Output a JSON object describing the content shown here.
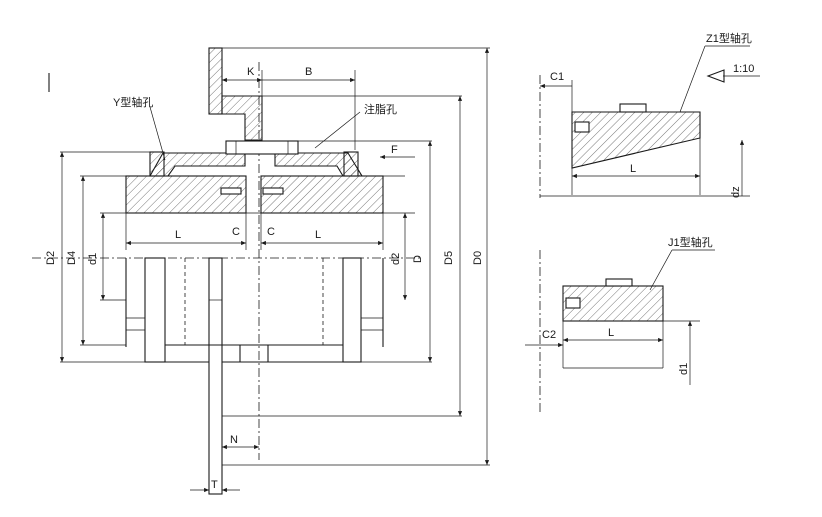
{
  "labels": {
    "y_bore": "Y型轴孔",
    "z1_bore": "Z1型轴孔",
    "j1_bore": "J1型轴孔",
    "grease_hole": "注脂孔",
    "taper": "1:10",
    "K": "K",
    "B": "B",
    "F": "F",
    "C_left": "C",
    "C_right": "C",
    "L_left": "L",
    "L_right": "L",
    "L_z1": "L",
    "L_j1": "L",
    "C1": "C1",
    "C2": "C2",
    "D2": "D2",
    "D4": "D4",
    "d1_main": "d1",
    "d2": "d2",
    "D": "D",
    "D5": "D5",
    "D0": "D0",
    "dz": "dz",
    "d1_j1": "d1",
    "N": "N",
    "T": "T"
  }
}
